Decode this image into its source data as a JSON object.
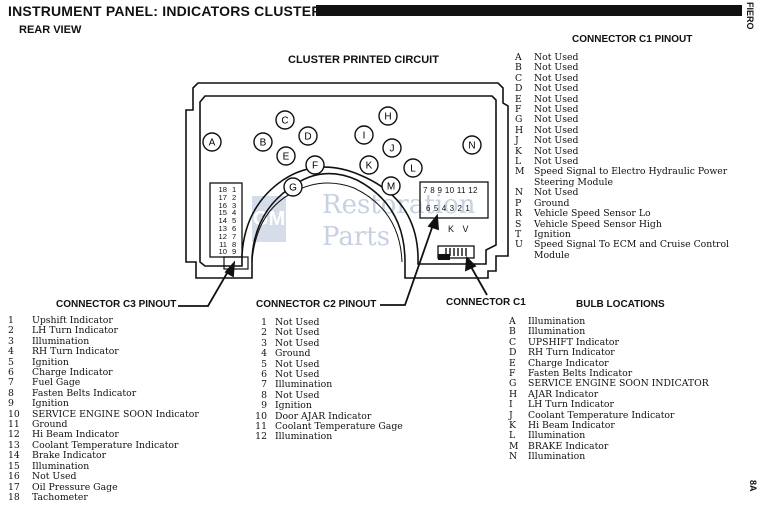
{
  "header": {
    "title": "INSTRUMENT PANEL: INDICATORS CLUSTER",
    "side_tab": "FIERO",
    "page_code": "8A",
    "subtitle": "REAR VIEW"
  },
  "diagram": {
    "title": "CLUSTER PRINTED CIRCUIT",
    "bulb_sockets": [
      "A",
      "B",
      "C",
      "D",
      "E",
      "F",
      "G",
      "H",
      "I",
      "J",
      "K",
      "L",
      "M",
      "N"
    ],
    "c3_left_pins": [
      "18",
      "17",
      "16",
      "15",
      "14",
      "13",
      "12",
      "11",
      "10"
    ],
    "c3_right_pins": [
      "1",
      "2",
      "3",
      "4",
      "5",
      "6",
      "7",
      "8",
      "9"
    ],
    "c2_top_pins": "7 8 9 10 11 12",
    "c2_bottom_pins": "6 5 4 3 2 1",
    "c1_labels": "K V",
    "callout_c3": "CONNECTOR C3 PINOUT",
    "callout_c2": "CONNECTOR C2 PINOUT",
    "callout_c1": "CONNECTOR C1",
    "watermark": [
      "Restoration",
      "Parts"
    ],
    "watermark_logo": "GM"
  },
  "connector_c1": {
    "heading": "CONNECTOR C1 PINOUT",
    "pins": [
      {
        "pin": "A",
        "desc": "Not Used"
      },
      {
        "pin": "B",
        "desc": "Not Used"
      },
      {
        "pin": "C",
        "desc": "Not Used"
      },
      {
        "pin": "D",
        "desc": "Not Used"
      },
      {
        "pin": "E",
        "desc": "Not Used"
      },
      {
        "pin": "F",
        "desc": "Not Used"
      },
      {
        "pin": "G",
        "desc": "Not Used"
      },
      {
        "pin": "H",
        "desc": "Not Used"
      },
      {
        "pin": "J",
        "desc": "Not Used"
      },
      {
        "pin": "K",
        "desc": "Not Used"
      },
      {
        "pin": "L",
        "desc": "Not Used"
      },
      {
        "pin": "M",
        "desc": "Speed Signal to Electro Hydraulic Power Steering Module"
      },
      {
        "pin": "N",
        "desc": "Not Used"
      },
      {
        "pin": "P",
        "desc": "Ground"
      },
      {
        "pin": "R",
        "desc": "Vehicle Speed Sensor Lo"
      },
      {
        "pin": "S",
        "desc": "Vehicle Speed Sensor High"
      },
      {
        "pin": "T",
        "desc": "Ignition"
      },
      {
        "pin": "U",
        "desc": "Speed Signal To ECM and Cruise Control Module"
      }
    ]
  },
  "connector_c3": {
    "pins": [
      {
        "pin": "1",
        "desc": "Upshift Indicator"
      },
      {
        "pin": "2",
        "desc": "LH Turn Indicator"
      },
      {
        "pin": "3",
        "desc": "Illumination"
      },
      {
        "pin": "4",
        "desc": "RH Turn Indicator"
      },
      {
        "pin": "5",
        "desc": "Ignition"
      },
      {
        "pin": "6",
        "desc": "Charge Indicator"
      },
      {
        "pin": "7",
        "desc": "Fuel Gage"
      },
      {
        "pin": "8",
        "desc": "Fasten Belts Indicator"
      },
      {
        "pin": "9",
        "desc": "Ignition"
      },
      {
        "pin": "10",
        "desc": "SERVICE ENGINE SOON Indicator"
      },
      {
        "pin": "11",
        "desc": "Ground"
      },
      {
        "pin": "12",
        "desc": "Hi Beam Indicator"
      },
      {
        "pin": "13",
        "desc": "Coolant Temperature Indicator"
      },
      {
        "pin": "14",
        "desc": "Brake Indicator"
      },
      {
        "pin": "15",
        "desc": "Illumination"
      },
      {
        "pin": "16",
        "desc": "Not Used"
      },
      {
        "pin": "17",
        "desc": "Oil Pressure Gage"
      },
      {
        "pin": "18",
        "desc": "Tachometer"
      }
    ]
  },
  "connector_c2": {
    "pins": [
      {
        "pin": "1",
        "desc": "Not Used"
      },
      {
        "pin": "2",
        "desc": "Not Used"
      },
      {
        "pin": "3",
        "desc": "Not Used"
      },
      {
        "pin": "4",
        "desc": "Ground"
      },
      {
        "pin": "5",
        "desc": "Not Used"
      },
      {
        "pin": "6",
        "desc": "Not Used"
      },
      {
        "pin": "7",
        "desc": "Illumination"
      },
      {
        "pin": "8",
        "desc": "Not Used"
      },
      {
        "pin": "9",
        "desc": "Ignition"
      },
      {
        "pin": "10",
        "desc": "Door AJAR Indicator"
      },
      {
        "pin": "11",
        "desc": "Coolant Temperature Gage"
      },
      {
        "pin": "12",
        "desc": "Illumination"
      }
    ]
  },
  "bulb_locations": {
    "heading": "BULB LOCATIONS",
    "items": [
      {
        "pin": "A",
        "desc": "Illumination"
      },
      {
        "pin": "B",
        "desc": "Illumination"
      },
      {
        "pin": "C",
        "desc": "UPSHIFT Indicator"
      },
      {
        "pin": "D",
        "desc": "RH Turn Indicator"
      },
      {
        "pin": "E",
        "desc": "Charge Indicator"
      },
      {
        "pin": "F",
        "desc": "Fasten Belts Indicator"
      },
      {
        "pin": "G",
        "desc": "SERVICE ENGINE SOON INDICATOR"
      },
      {
        "pin": "H",
        "desc": "AJAR Indicator"
      },
      {
        "pin": "I",
        "desc": "LH Turn Indicator"
      },
      {
        "pin": "J",
        "desc": "Coolant Temperature Indicator"
      },
      {
        "pin": "K",
        "desc": "Hi Beam Indicator"
      },
      {
        "pin": "L",
        "desc": "Illumination"
      },
      {
        "pin": "M",
        "desc": "BRAKE Indicator"
      },
      {
        "pin": "N",
        "desc": "Illumination"
      }
    ]
  }
}
